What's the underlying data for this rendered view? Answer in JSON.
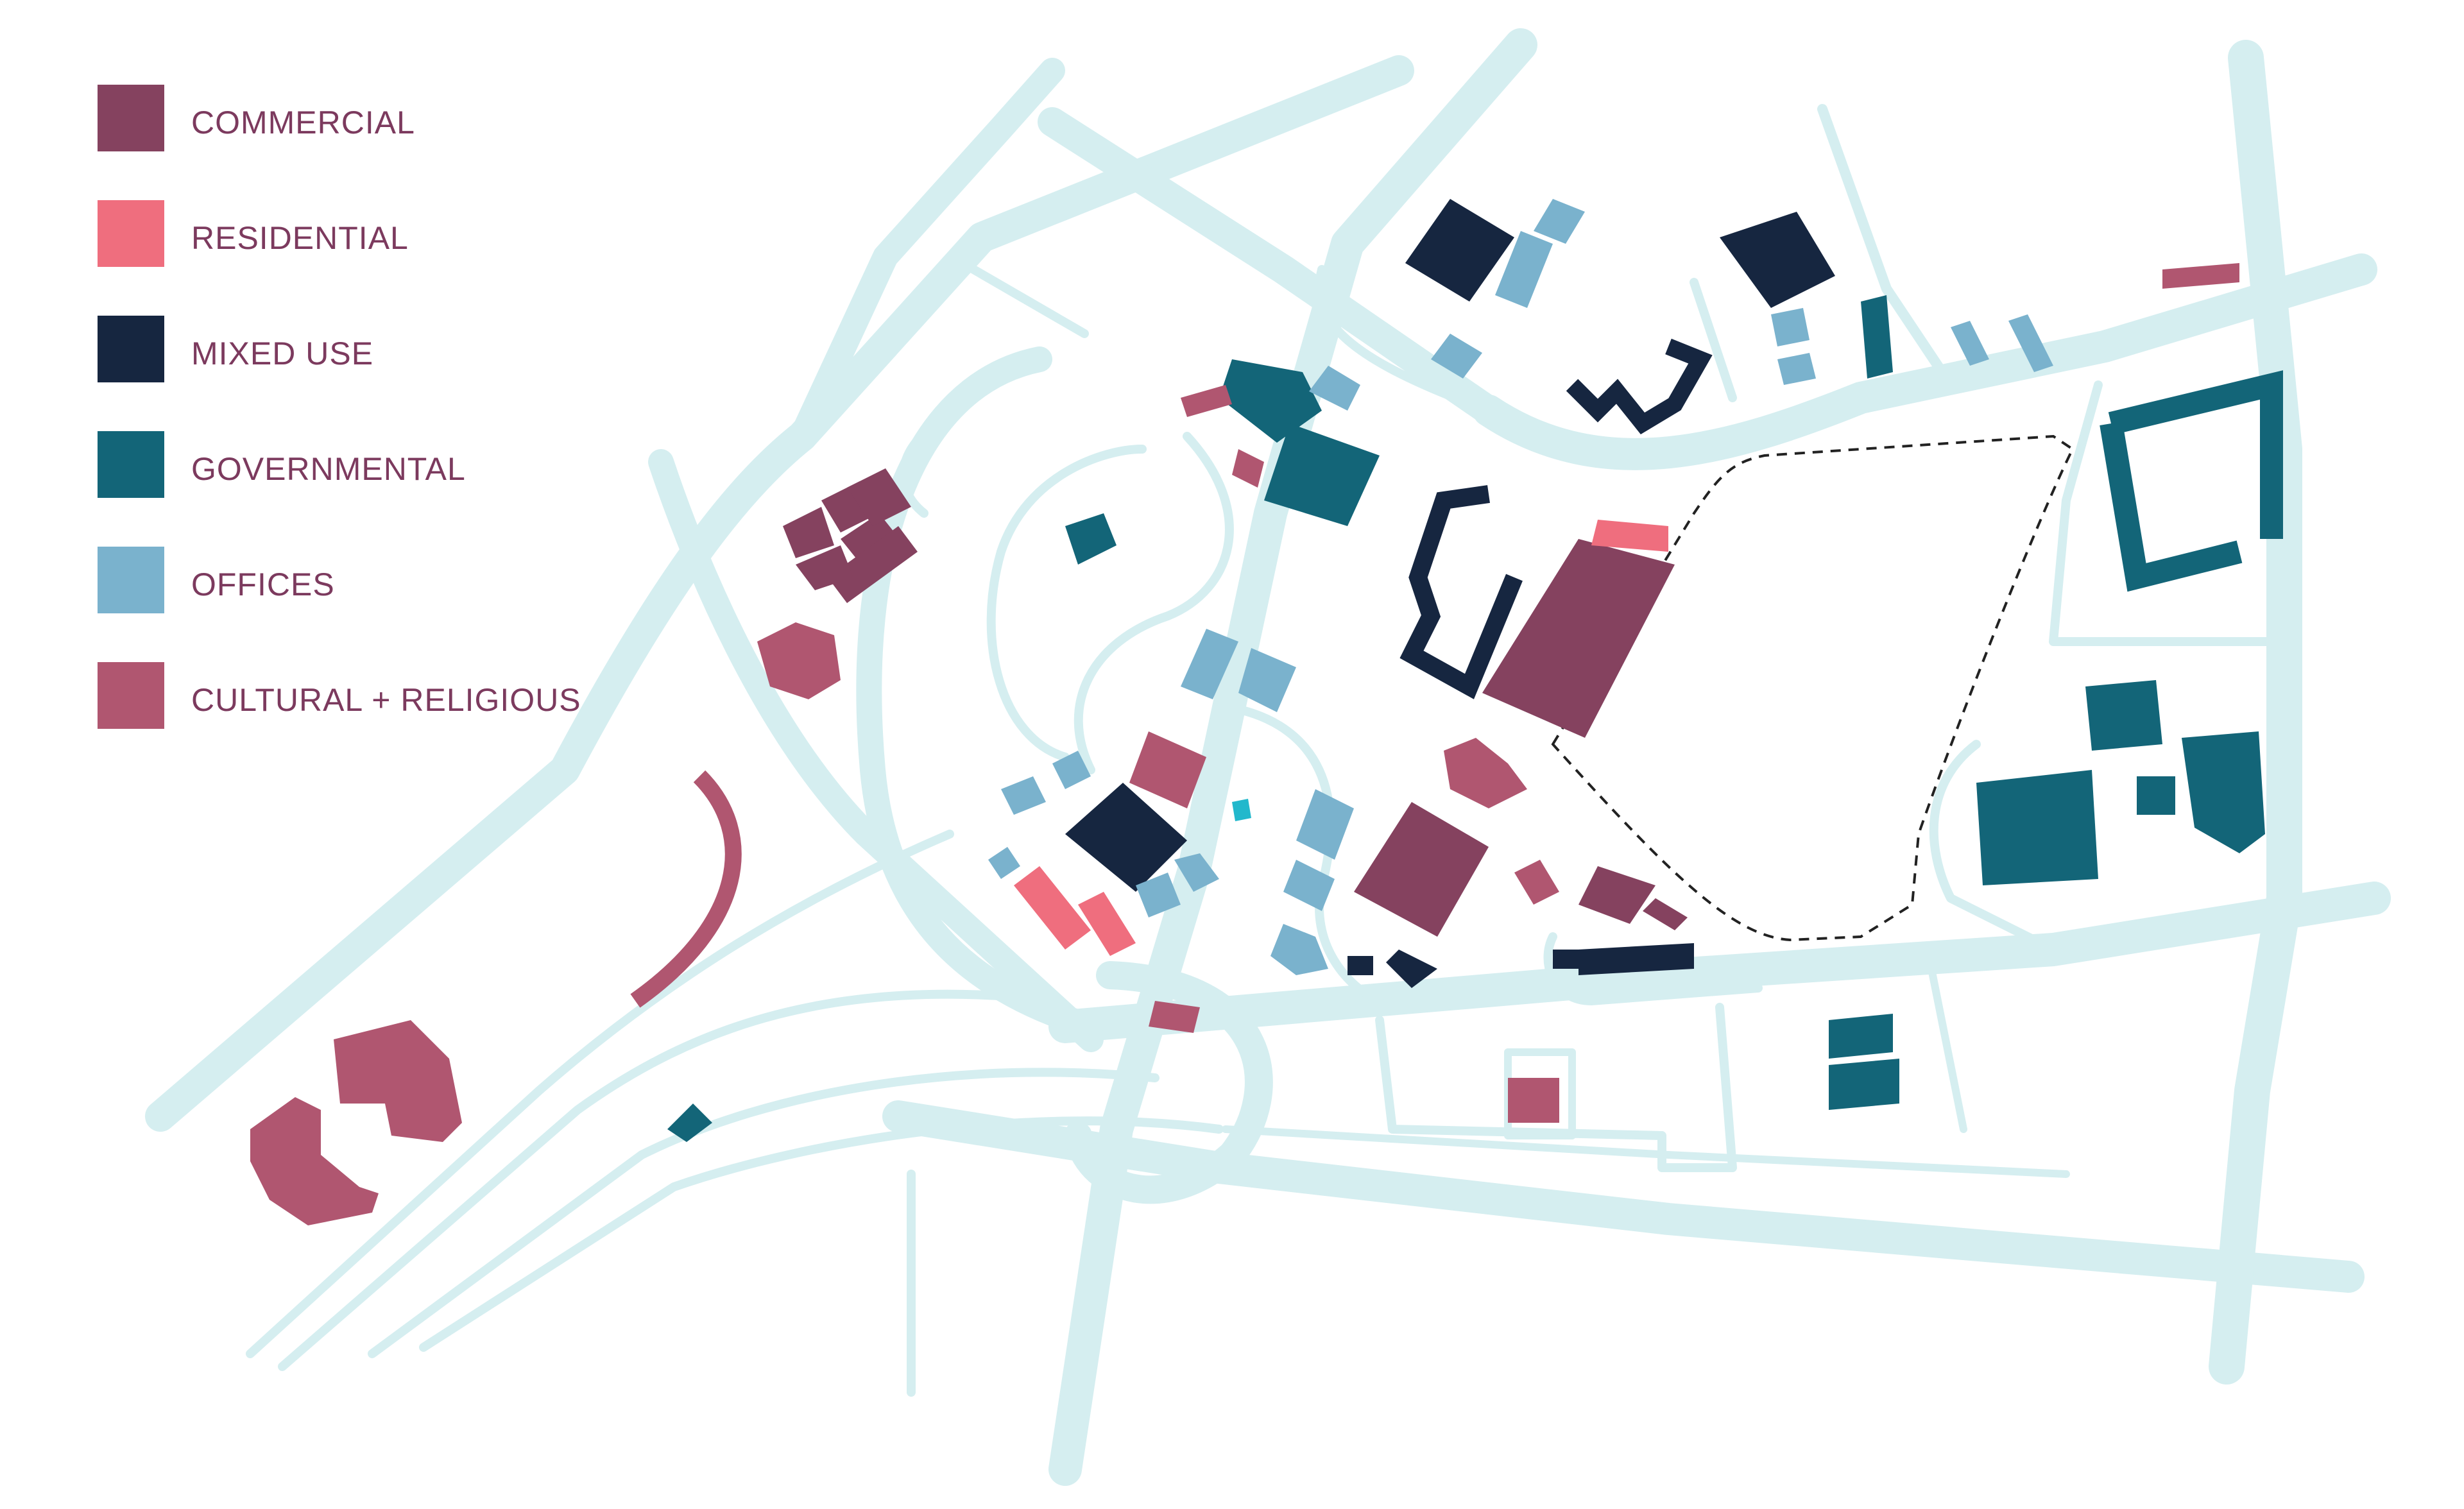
{
  "legend": {
    "items": [
      {
        "label": "COMMERCIAL",
        "color": "#85425f"
      },
      {
        "label": "RESIDENTIAL",
        "color": "#ef6e7e"
      },
      {
        "label": "MIXED USE",
        "color": "#162640"
      },
      {
        "label": "GOVERNMENTAL",
        "color": "#136578"
      },
      {
        "label": "OFFICES",
        "color": "#7ab2cd"
      },
      {
        "label": "CULTURAL + RELIGIOUS",
        "color": "#b05670"
      }
    ]
  },
  "colors": {
    "road": "#d5eef0",
    "background": "#ffffff",
    "boundary": "#1f1f1f",
    "accent_cyan": "#22b8cc"
  }
}
